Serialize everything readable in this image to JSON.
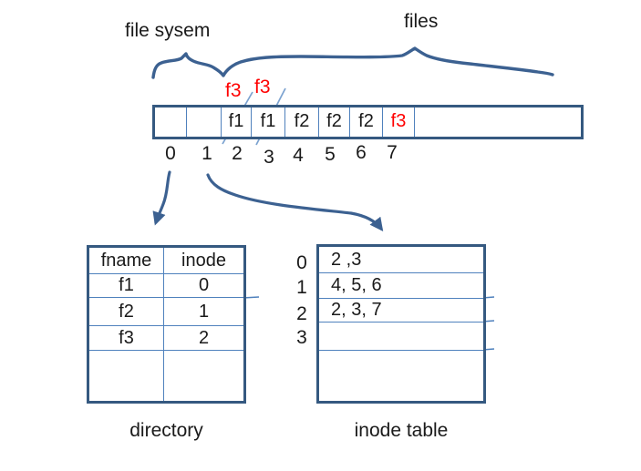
{
  "colors": {
    "border_blue": "#355980",
    "grid_blue": "#4f81bd",
    "hand_stroke_blue": "#3c6191",
    "strike_blue": "#7ba2d0",
    "deleted_red": "#ff0000",
    "text_black": "#1a1a1a"
  },
  "labels": {
    "file_system": "file sysem",
    "files": "files",
    "directory_caption": "directory",
    "inode_caption": "inode table"
  },
  "deleted_marks": [
    "f3",
    "f3"
  ],
  "block_array": {
    "cells": [
      "",
      "",
      "f1",
      "f1",
      "f2",
      "f2",
      "f2",
      "f3",
      ""
    ],
    "red_cell_index": 7,
    "indices": [
      "0",
      "1",
      "2",
      "3",
      "4",
      "5",
      "6",
      "7"
    ]
  },
  "directory_table": {
    "headers": [
      "fname",
      "inode"
    ],
    "rows": [
      {
        "fname": "f1",
        "inode": "0",
        "struck": true
      },
      {
        "fname": "f2",
        "inode": "1",
        "struck": false
      },
      {
        "fname": "f3",
        "inode": "2",
        "struck": false
      },
      {
        "fname": "",
        "inode": "",
        "struck": false
      }
    ]
  },
  "inode_table": {
    "indices": [
      "0",
      "1",
      "2",
      "3"
    ],
    "rows": [
      "2 ,3",
      "4, 5, 6",
      "2, 3, 7",
      "",
      ""
    ]
  }
}
